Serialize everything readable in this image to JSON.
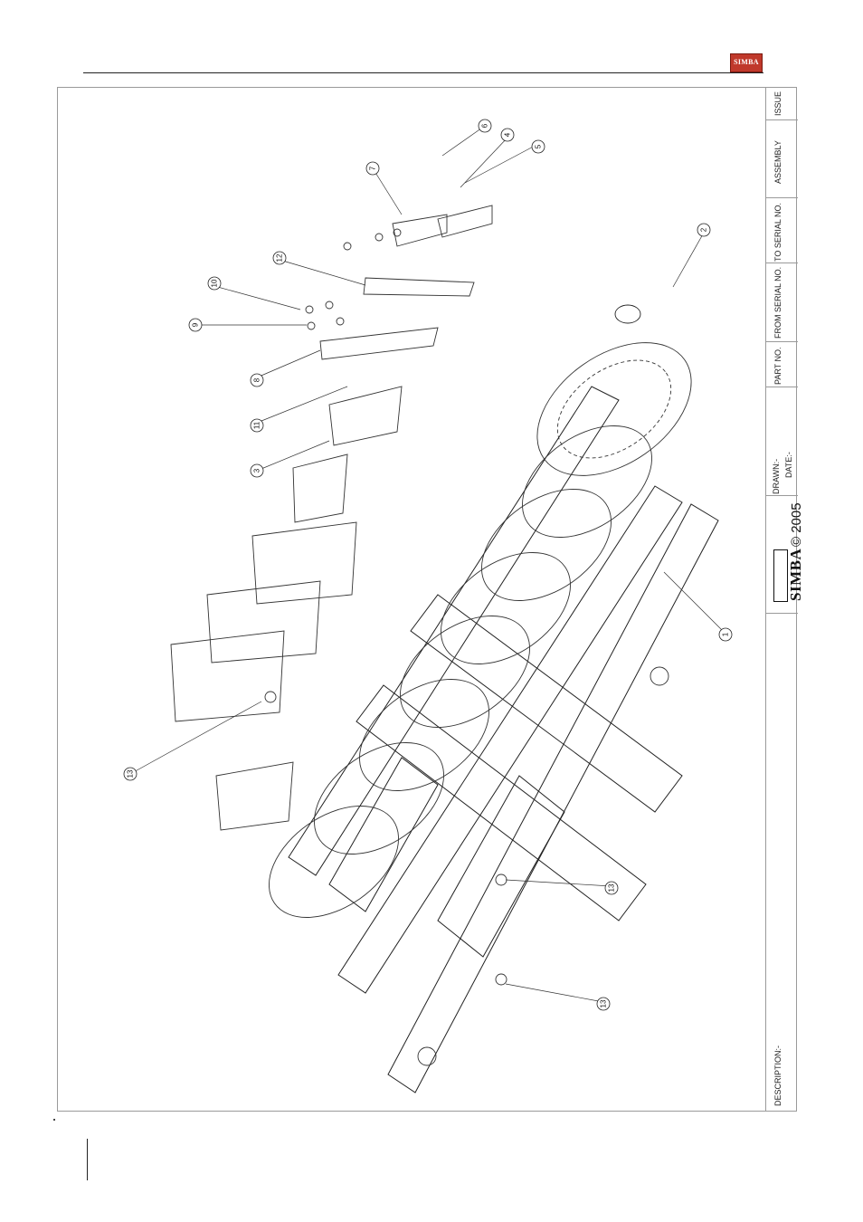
{
  "header": {
    "brand_logo_text": "SIMBA"
  },
  "title_block": {
    "issue_label": "ISSUE",
    "assembly_label": "ASSEMBLY",
    "to_serial_label": "TO SERIAL NO.",
    "from_serial_label": "FROM SERIAL NO.",
    "part_no_label": "PART NO.",
    "drawn_label": "DRAWN:-",
    "date_label": "DATE:-",
    "brand_name": "SIMBA",
    "copyright": "© 2005",
    "description_label": "DESCRIPTION:-"
  },
  "drawing": {
    "callouts": [
      "1",
      "2",
      "3",
      "4",
      "5",
      "6",
      "7",
      "8",
      "9",
      "10",
      "11",
      "12",
      "13",
      "13",
      "13",
      "13"
    ]
  }
}
